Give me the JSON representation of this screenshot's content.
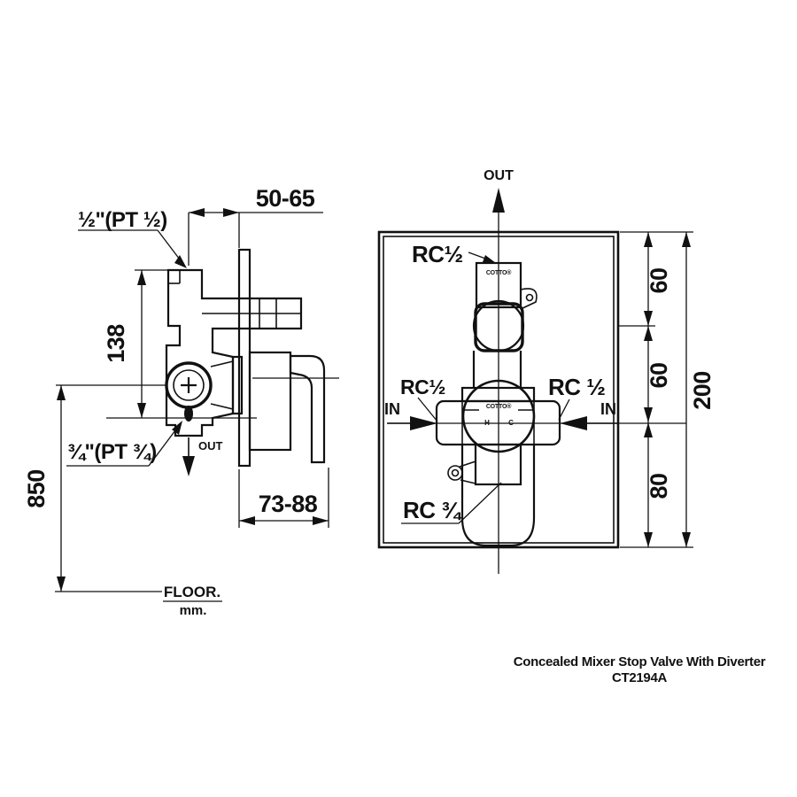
{
  "drawing_type": "technical-installation-drawing",
  "colors": {
    "ink": "#111111",
    "background": "#ffffff"
  },
  "side_view": {
    "port_top_label": "½\"(PT ½)",
    "dim_wall_depth": "50-65",
    "dim_body_height": "138",
    "dim_floor_height": "850",
    "port_bottom_label": "¾\"(PT ¾)",
    "out_label": "OUT",
    "dim_trim_depth": "73-88",
    "floor_label": "FLOOR.",
    "floor_unit": "mm."
  },
  "front_view": {
    "out_label": "OUT",
    "rc_top": "RC½",
    "rc_left": "RC½",
    "rc_right": "RC ½",
    "rc_bottom": "RC ¾",
    "in_left": "IN",
    "in_right": "IN",
    "brand_top": "COTTO®",
    "brand_center": "COTTO®",
    "hot_label": "H",
    "cold_label": "C",
    "dim_seg_top": "60",
    "dim_seg_mid": "60",
    "dim_seg_bottom": "80",
    "dim_total": "200"
  },
  "footer": {
    "title": "Concealed Mixer  Stop Valve With Diverter",
    "code": "CT2194A"
  }
}
